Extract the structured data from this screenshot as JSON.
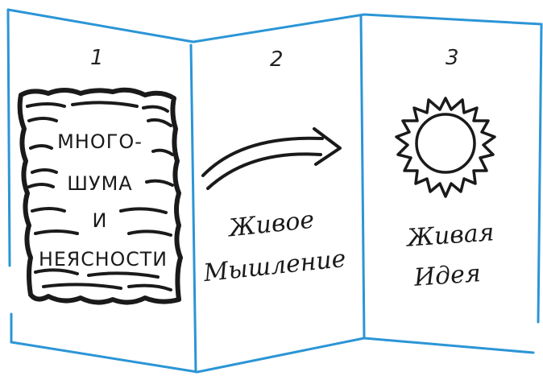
{
  "panels": [
    {
      "number": "1",
      "lines": [
        "МНОГО-",
        "ШУМА",
        "И",
        "НЕЯСНОСТИ"
      ]
    },
    {
      "number": "2",
      "lines": [
        "Живое",
        "Мышление"
      ]
    },
    {
      "number": "3",
      "lines": [
        "Живая",
        "Идея"
      ]
    }
  ],
  "colors": {
    "frame": "#2b95d6",
    "ink": "#1a1a1a"
  },
  "icons": [
    "noise-paper-icon",
    "curved-arrow-icon",
    "sun-icon"
  ]
}
